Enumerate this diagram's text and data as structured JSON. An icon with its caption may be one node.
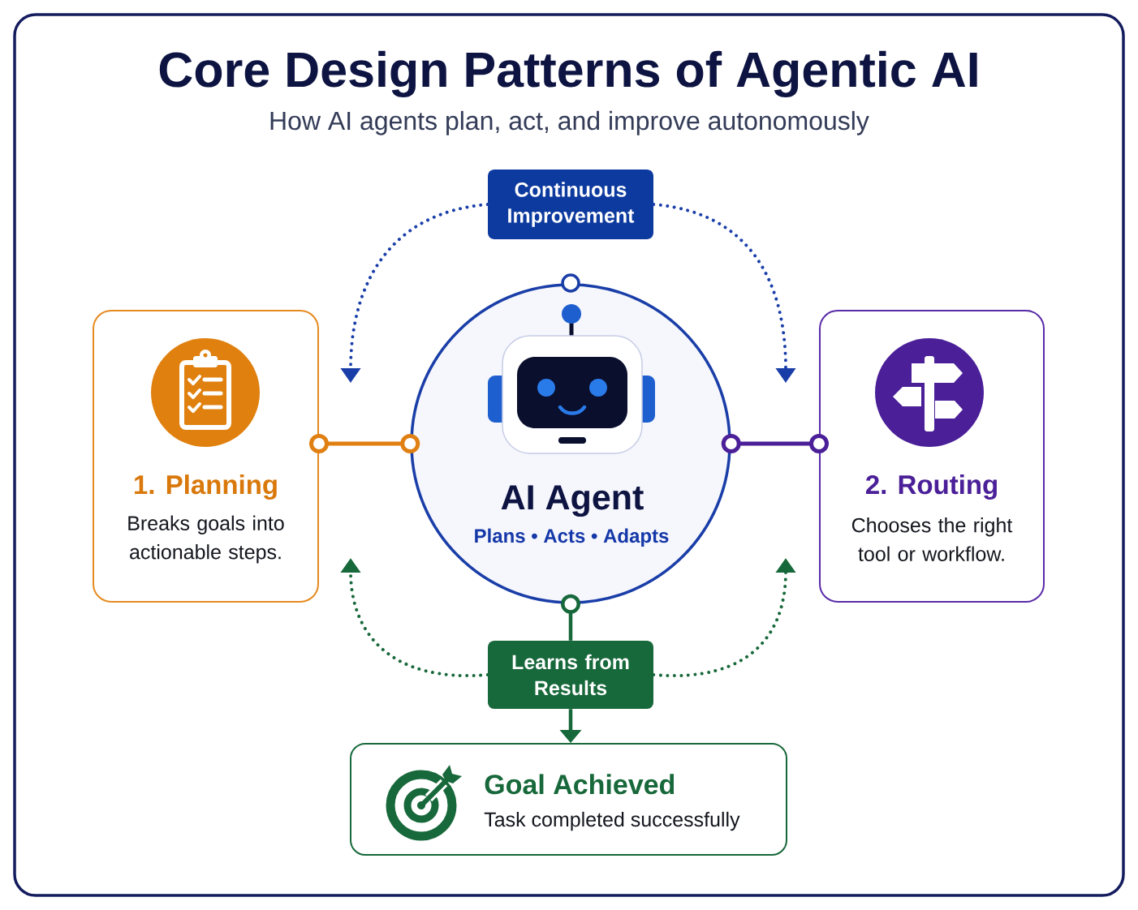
{
  "diagram": {
    "title": "Core Design Patterns of Agentic AI",
    "nodes": [
      {
        "text": [
          "Continuous Improvement"
        ]
      },
      {
        "text": [
          "1. Planning",
          "Breaks goals into actionable steps."
        ]
      },
      {
        "text": [
          "AI Agent",
          "Plans • Acts • Adapts"
        ]
      },
      {
        "text": [
          "2. Routing",
          "Chooses the right tool or workflow."
        ]
      },
      {
        "text": [
          "Learns from Results"
        ]
      },
      {
        "text": [
          "Goal Achieved",
          "Task completed successfully"
        ]
      }
    ],
    "edges": [
      {
        "from": 0,
        "to": null,
        "arrow": "to",
        "style": "dashed",
        "color": "#1a3ea8"
      },
      {
        "from": 0,
        "to": null,
        "arrow": "to",
        "style": "dashed",
        "color": "#1a3ea8"
      },
      {
        "from": 1,
        "to": 2,
        "arrow": "other",
        "color": "#e07f12"
      },
      {
        "from": 2,
        "to": 3,
        "arrow": "other",
        "color": "#4a1f98"
      },
      {
        "from": 2,
        "to": 4,
        "arrow": "other",
        "color": "#17683a"
      },
      {
        "from": 4,
        "to": 5,
        "arrow": "to",
        "color": "#17683a"
      },
      {
        "from": 4,
        "to": null,
        "arrow": "to",
        "style": "dashed",
        "color": "#17683a"
      },
      {
        "from": 4,
        "to": null,
        "arrow": "to",
        "style": "dashed",
        "color": "#17683a"
      }
    ],
    "labels": [
      "How AI agents plan, act, and improve autonomously"
    ]
  }
}
